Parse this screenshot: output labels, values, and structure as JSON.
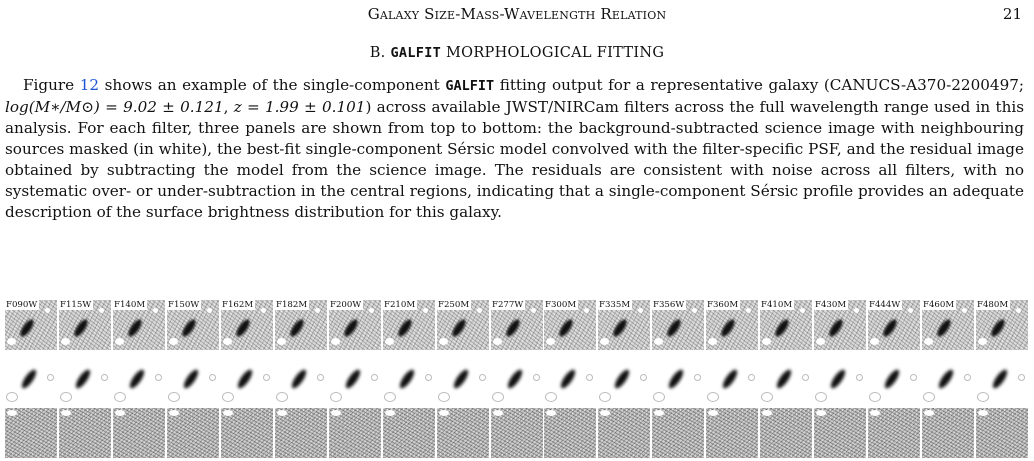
{
  "running_head": {
    "title": "Galaxy Size-Mass-Wavelength Relation",
    "page_number": "21"
  },
  "section": {
    "label": "B.",
    "code": "GALFIT",
    "rest": "MORPHOLOGICAL FITTING"
  },
  "paragraph": {
    "p1": "Figure ",
    "fig_ref": "12",
    "p2": " shows an example of the single-component ",
    "code": "GALFIT",
    "p3": " fitting output for a representative galaxy (CANUCS-A370-2200497; ",
    "math1": "log(M∗/M⊙) = 9.02 ± 0.121",
    "p4": ", ",
    "math2": "z = 1.99 ± 0.101",
    "p5": ") across available JWST/NIRCam filters across the full wavelength range used in this analysis. For each filter, three panels are shown from top to bottom: the background-subtracted science image with neighbouring sources masked (in white), the best-fit single-component Sérsic model convolved with the filter-specific PSF, and the residual image obtained by subtracting the model from the science image. The residuals are consistent with noise across all filters, with no systematic over- or under-subtraction in the central regions, indicating that a single-component Sérsic profile provides an adequate description of the surface brightness distribution for this galaxy."
  },
  "figure": {
    "filters": [
      "F090W",
      "F115W",
      "F140M",
      "F150W",
      "F162M",
      "F182M",
      "F200W",
      "F210M",
      "F250M",
      "F277W",
      "F300M",
      "F335M",
      "F356W",
      "F360M",
      "F410M",
      "F430M",
      "F444W",
      "F460M",
      "F480M"
    ],
    "rows": [
      "science",
      "model",
      "residual"
    ],
    "mask_color": "#ffffff",
    "galaxy_color": "#111111"
  }
}
